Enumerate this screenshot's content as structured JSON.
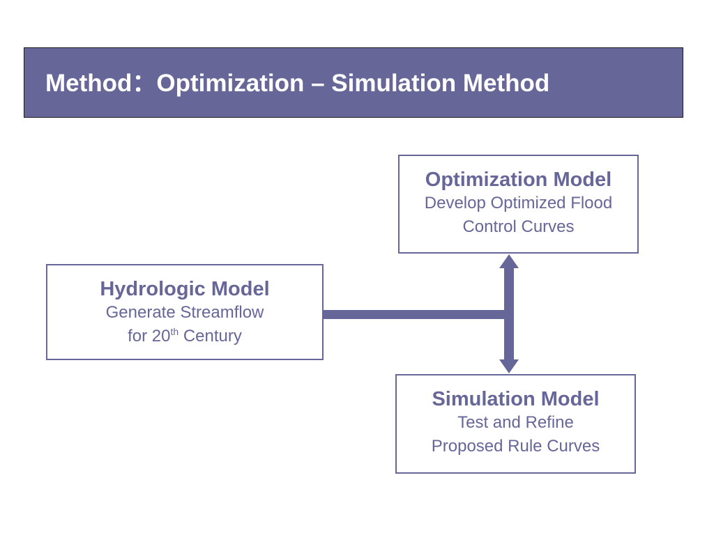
{
  "slide": {
    "title": "Method：Optimization – Simulation Method"
  },
  "colors": {
    "accent": "#666699",
    "title_text": "#ffffff",
    "background": "#ffffff"
  },
  "boxes": {
    "optimization": {
      "title": "Optimization Model",
      "line1": "Develop Optimized Flood",
      "line2": "Control Curves"
    },
    "hydrologic": {
      "title": "Hydrologic Model",
      "line1": "Generate Streamflow",
      "line2_prefix": "for 20",
      "line2_sup": "th",
      "line2_suffix": " Century"
    },
    "simulation": {
      "title": "Simulation Model",
      "line1": "Test and Refine",
      "line2": "Proposed Rule Curves"
    }
  }
}
